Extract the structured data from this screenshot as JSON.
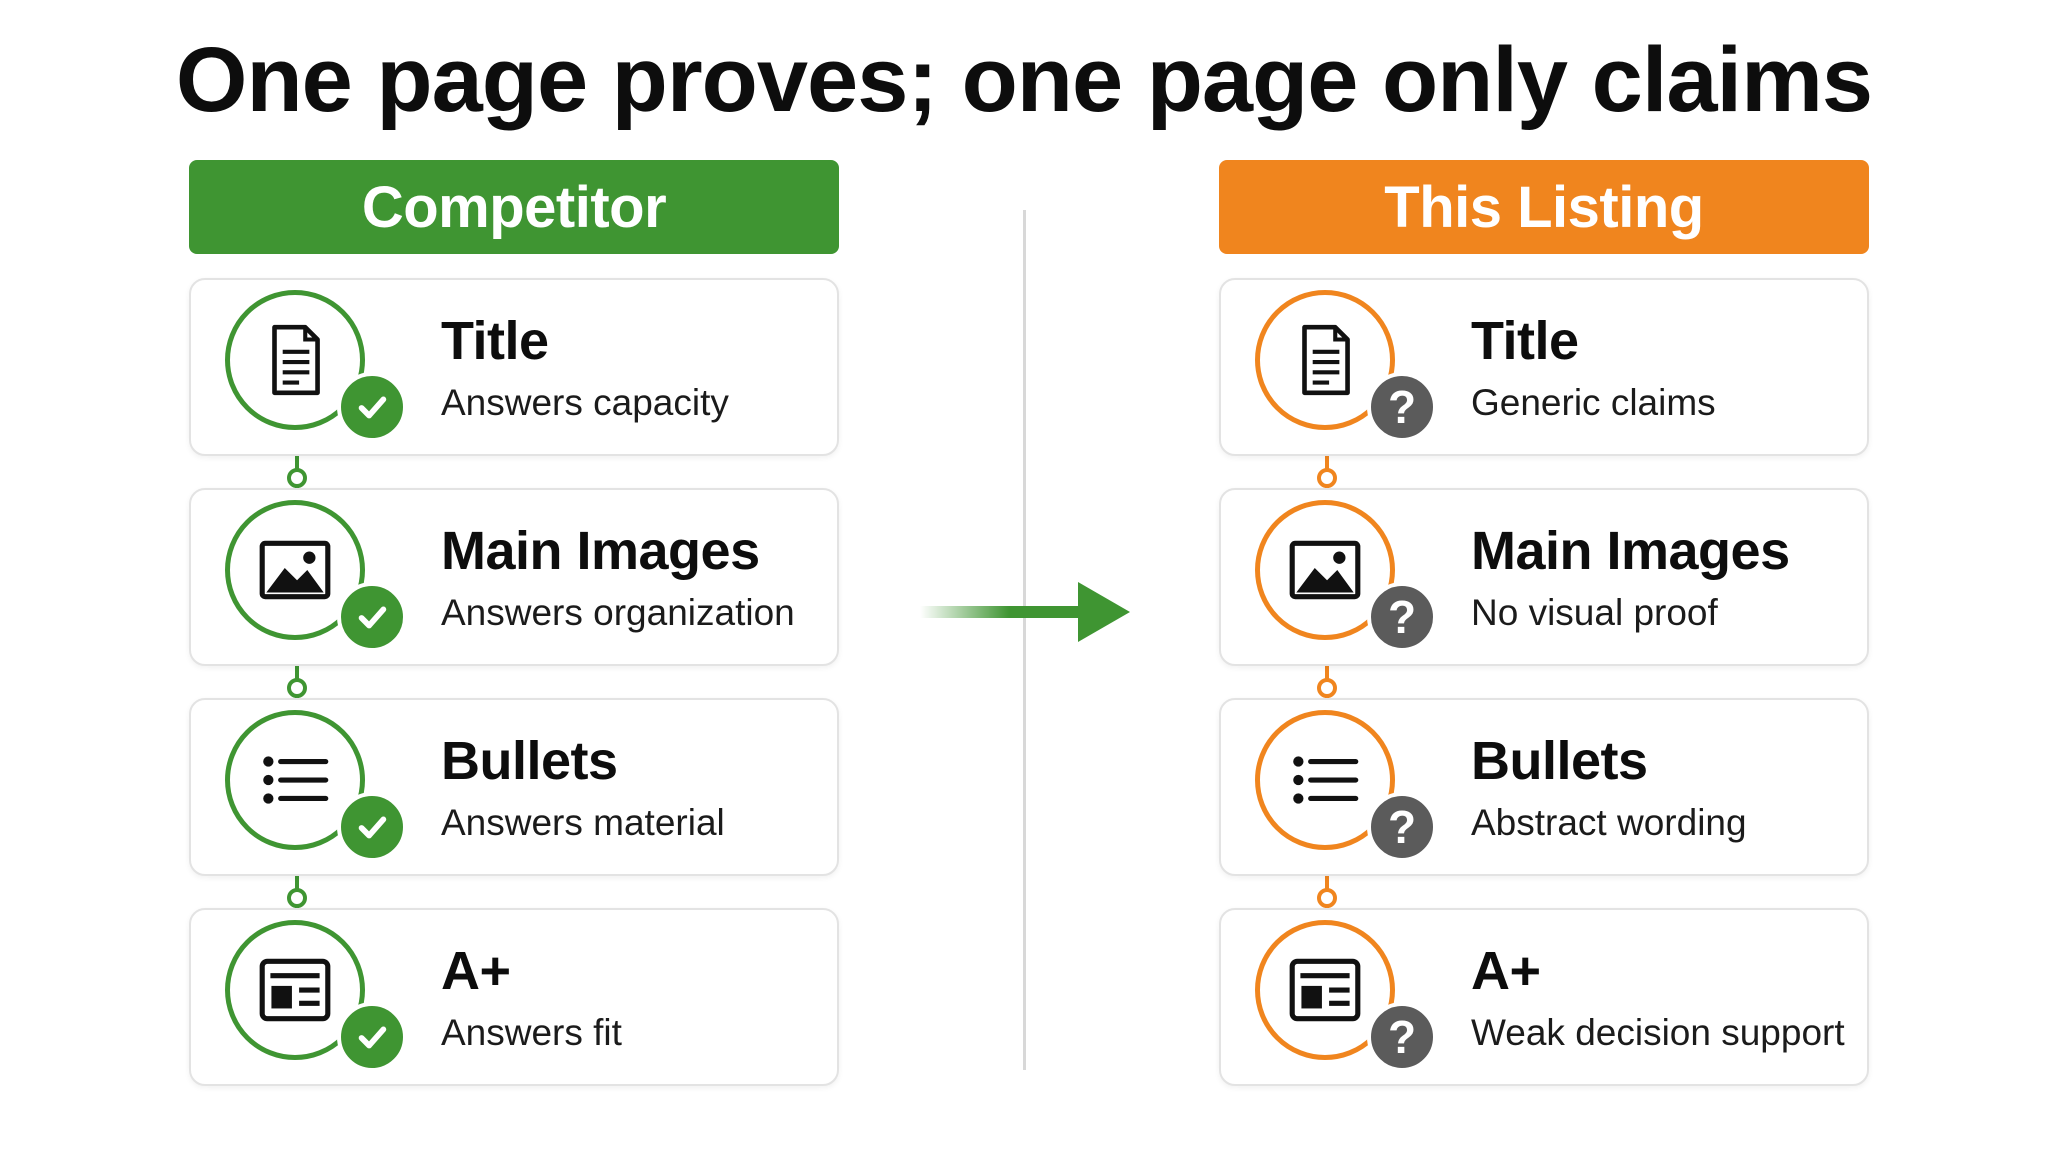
{
  "title": "One page proves; one page only claims",
  "colors": {
    "competitor": "#3f9532",
    "listing": "#f0851e",
    "question_badge": "#5b5b5b",
    "arrow": "#3f9532"
  },
  "competitor": {
    "header": "Competitor",
    "status_icon": "check-icon",
    "items": [
      {
        "icon": "document-icon",
        "title": "Title",
        "desc": "Answers capacity"
      },
      {
        "icon": "image-icon",
        "title": "Main Images",
        "desc": "Answers organization"
      },
      {
        "icon": "list-icon",
        "title": "Bullets",
        "desc": "Answers material"
      },
      {
        "icon": "layout-icon",
        "title": "A+",
        "desc": "Answers fit"
      }
    ]
  },
  "listing": {
    "header": "This Listing",
    "status_icon": "question-icon",
    "status_glyph": "?",
    "items": [
      {
        "icon": "document-icon",
        "title": "Title",
        "desc": "Generic claims"
      },
      {
        "icon": "image-icon",
        "title": "Main Images",
        "desc": "No visual proof"
      },
      {
        "icon": "list-icon",
        "title": "Bullets",
        "desc": "Abstract wording"
      },
      {
        "icon": "layout-icon",
        "title": "A+",
        "desc": "Weak decision support"
      }
    ]
  }
}
